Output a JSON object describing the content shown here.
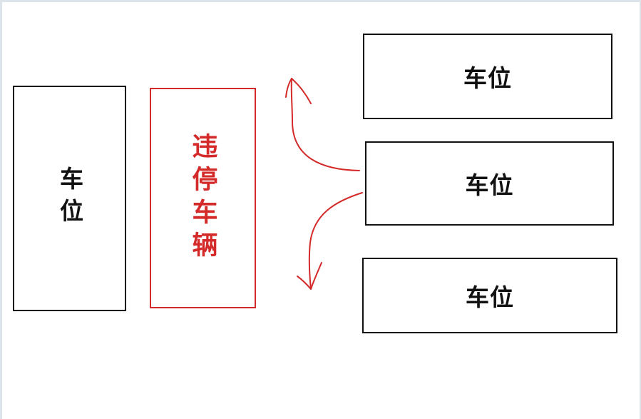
{
  "diagram": {
    "left_space_label": "车位",
    "violation_label": "违停车辆",
    "right_spaces": [
      {
        "label": "车位"
      },
      {
        "label": "车位"
      },
      {
        "label": "车位"
      }
    ],
    "arrow_color": "#d42a2a",
    "border_color": "#111111",
    "arrows": [
      {
        "icon": "up-curved-arrow-icon"
      },
      {
        "icon": "down-curved-arrow-icon"
      }
    ]
  }
}
